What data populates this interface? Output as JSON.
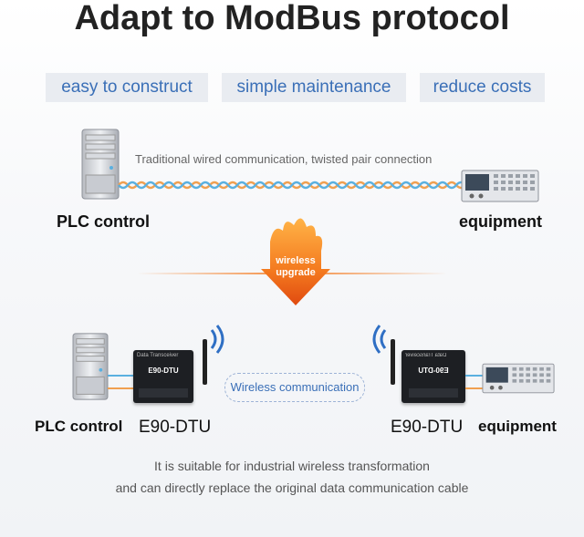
{
  "title": "Adapt to ModBus protocol",
  "features": [
    "easy to construct",
    "simple maintenance",
    "reduce costs"
  ],
  "top": {
    "caption": "Traditional wired communication, twisted pair connection",
    "left_label": "PLC control",
    "right_label": "equipment"
  },
  "upgrade": {
    "line1": "wireless",
    "line2": "upgrade"
  },
  "bottom": {
    "plc_label": "PLC control",
    "dtu_left_label": "E90-DTU",
    "dtu_right_label": "E90-DTU",
    "equipment_label": "equipment",
    "wireless_text": "Wireless communication",
    "device_header": "Data Transceiver",
    "device_model": "E90-DTU"
  },
  "footer": {
    "line1": "It is suitable for industrial wireless transformation",
    "line2": "and can directly replace the original data communication cable"
  },
  "colors": {
    "accent_blue": "#3a6fb7",
    "fire_orange": "#f47a1f",
    "cable_blue": "#5ab0e0",
    "cable_orange": "#f0a050"
  }
}
